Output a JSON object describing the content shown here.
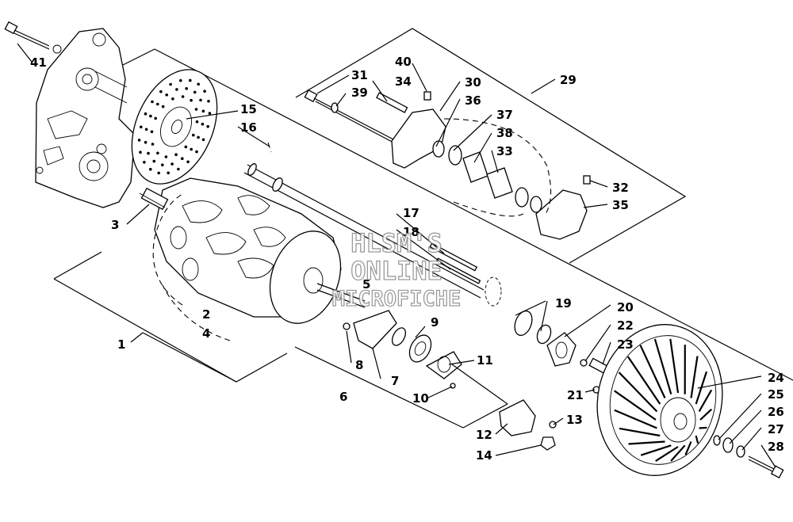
{
  "labels": {
    "l1": "1",
    "l2": "2",
    "l3": "3",
    "l4": "4",
    "l5": "5",
    "l6": "6",
    "l7": "7",
    "l8": "8",
    "l9": "9",
    "l10": "10",
    "l11": "11",
    "l12": "12",
    "l13": "13",
    "l14": "14",
    "l15": "15",
    "l16": "16",
    "l17": "17",
    "l18": "18",
    "l19": "19",
    "l20": "20",
    "l21": "21",
    "l22": "22",
    "l23": "23",
    "l24": "24",
    "l25": "25",
    "l26": "26",
    "l27": "27",
    "l28": "28",
    "l29": "29",
    "l30": "30",
    "l31": "31",
    "l32": "32",
    "l33": "33",
    "l34": "34",
    "l35": "35",
    "l36": "36",
    "l37": "37",
    "l38": "38",
    "l39": "39",
    "l40": "40",
    "l41": "41"
  },
  "watermark": {
    "line1": "HLSM'S",
    "line2": "ONLINE",
    "line3": "MICROFICHE"
  }
}
